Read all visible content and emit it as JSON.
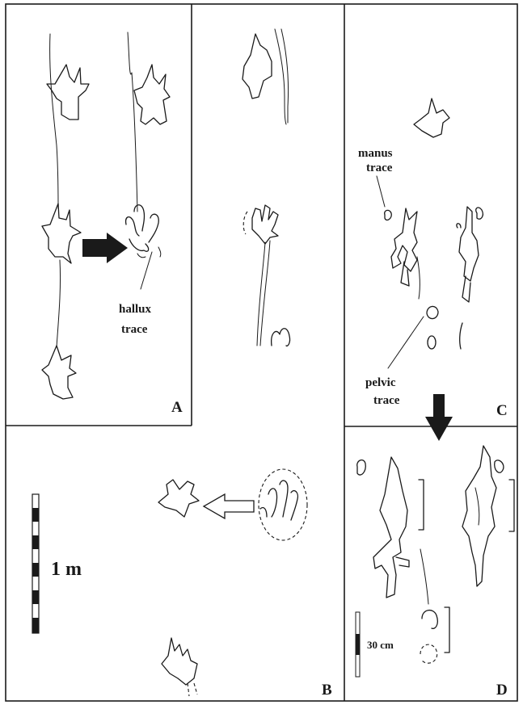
{
  "panels": {
    "a": {
      "letter": "A"
    },
    "b": {
      "letter": "B"
    },
    "c": {
      "letter": "C"
    },
    "d": {
      "letter": "D"
    }
  },
  "annotations": {
    "hallux": [
      "hallux",
      "trace"
    ],
    "manus": [
      "manus",
      "trace"
    ],
    "pelvic": [
      "pelvic",
      "trace"
    ]
  },
  "scales": {
    "large": {
      "label": "1 m"
    },
    "small": {
      "label": "30 cm"
    }
  },
  "colors": {
    "ink": "#1a1a1a",
    "background": "#ffffff"
  }
}
